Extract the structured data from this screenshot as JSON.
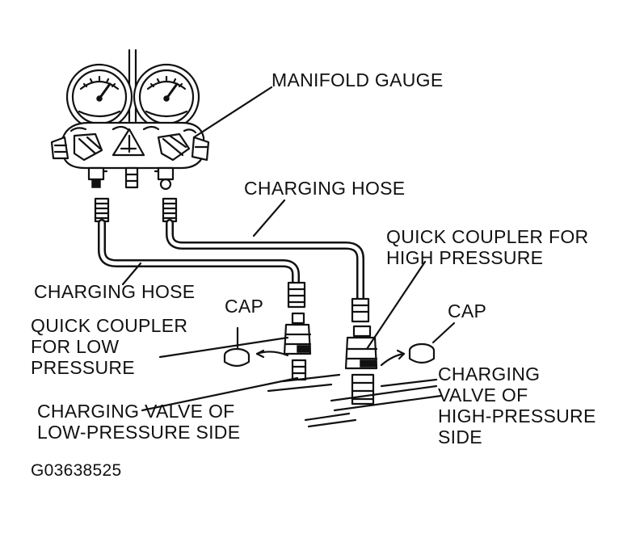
{
  "labels": {
    "manifold_gauge": "MANIFOLD GAUGE",
    "charging_hose_top": "CHARGING HOSE",
    "quick_coupler_high": "QUICK COUPLER FOR\nHIGH PRESSURE",
    "charging_hose_left": "CHARGING HOSE",
    "cap_left": "CAP",
    "cap_right": "CAP",
    "quick_coupler_low": "QUICK COUPLER\nFOR LOW\nPRESSURE",
    "charging_valve_high": "CHARGING\nVALVE OF\nHIGH-PRESSURE\nSIDE",
    "charging_valve_low": "CHARGING VALVE OF\nLOW-PRESSURE SIDE",
    "figure_id": "G03638525"
  },
  "colors": {
    "line": "#111111",
    "background": "#ffffff"
  }
}
